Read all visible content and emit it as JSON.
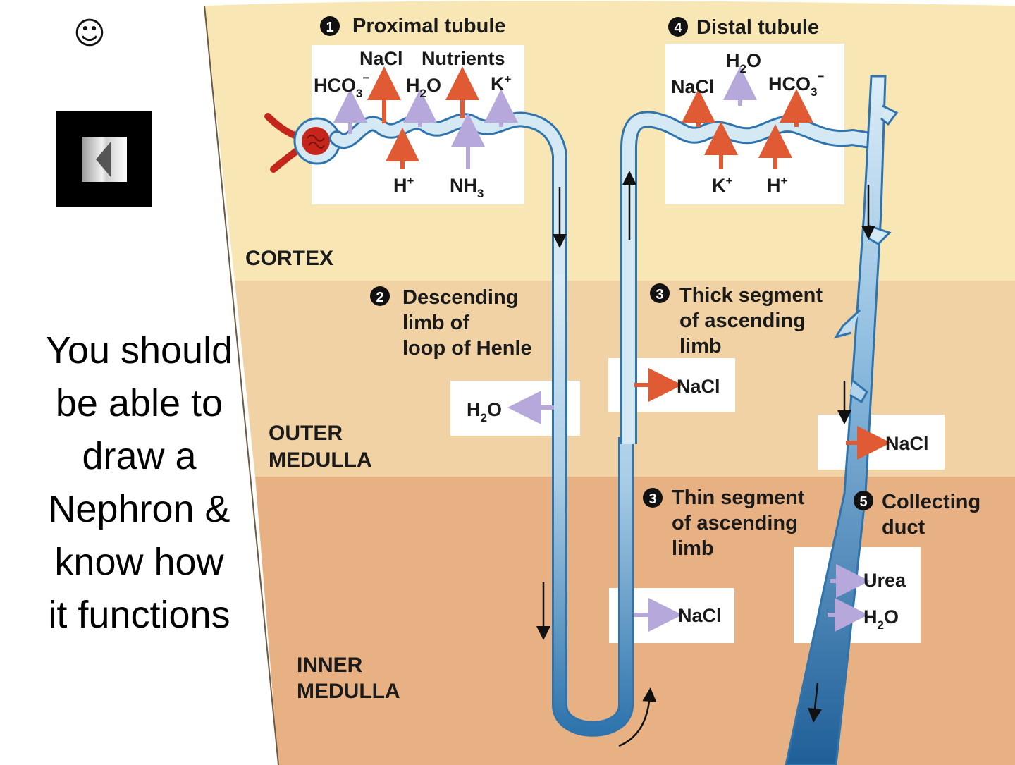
{
  "caption": {
    "lines": [
      "You should",
      "be able to",
      "draw a",
      "Nephron &",
      "know how",
      "it functions"
    ]
  },
  "icons": {
    "smiley_left": "☺",
    "smiley_right": "☺",
    "nav": "previous-slide-icon"
  },
  "colors": {
    "cortex": "#f8e6b4",
    "outer_medulla": "#f1d2a4",
    "inner_medulla": "#e7b184",
    "tubule_light": "#d5e9f5",
    "tubule_dark": "#2f74ad",
    "active_arrow": "#e05a33",
    "passive_arrow": "#b7a8dc",
    "blood": "#c5261c"
  },
  "zones": {
    "cortex": "CORTEX",
    "outer_medulla": [
      "OUTER",
      "MEDULLA"
    ],
    "inner_medulla": [
      "INNER",
      "MEDULLA"
    ]
  },
  "segments": {
    "proximal": {
      "number": "1",
      "label": "Proximal tubule"
    },
    "descending": {
      "number": "2",
      "lines": [
        "Descending",
        "limb of",
        "loop of Henle"
      ]
    },
    "thick_ascending": {
      "number": "3",
      "lines": [
        "Thick segment",
        "of ascending",
        "limb"
      ]
    },
    "thin_ascending": {
      "number": "3",
      "lines": [
        "Thin segment",
        "of ascending",
        "limb"
      ]
    },
    "distal": {
      "number": "4",
      "label": "Distal tubule"
    },
    "collecting": {
      "number": "5",
      "lines": [
        "Collecting",
        "duct"
      ]
    }
  },
  "solutes": {
    "proximal_out": {
      "hco3": "HCO",
      "nacl": "NaCl",
      "nutrients": "Nutrients",
      "h2o": "H",
      "k": "K"
    },
    "proximal_in": {
      "h": "H",
      "nh3": "NH"
    },
    "distal_out": {
      "nacl": "NaCl",
      "h2o": "H",
      "hco3": "HCO"
    },
    "distal_in": {
      "k": "K",
      "h": "H"
    },
    "descending_out": {
      "h2o": "H"
    },
    "thick_out": {
      "nacl": "NaCl"
    },
    "thin_out": {
      "nacl": "NaCl"
    },
    "collecting_out": {
      "nacl": "NaCl",
      "urea": "Urea",
      "h2o": "H"
    }
  },
  "chem": {
    "sub_2": "2",
    "sub_3": "3",
    "o": "O",
    "minus": "−",
    "plus": "+"
  }
}
